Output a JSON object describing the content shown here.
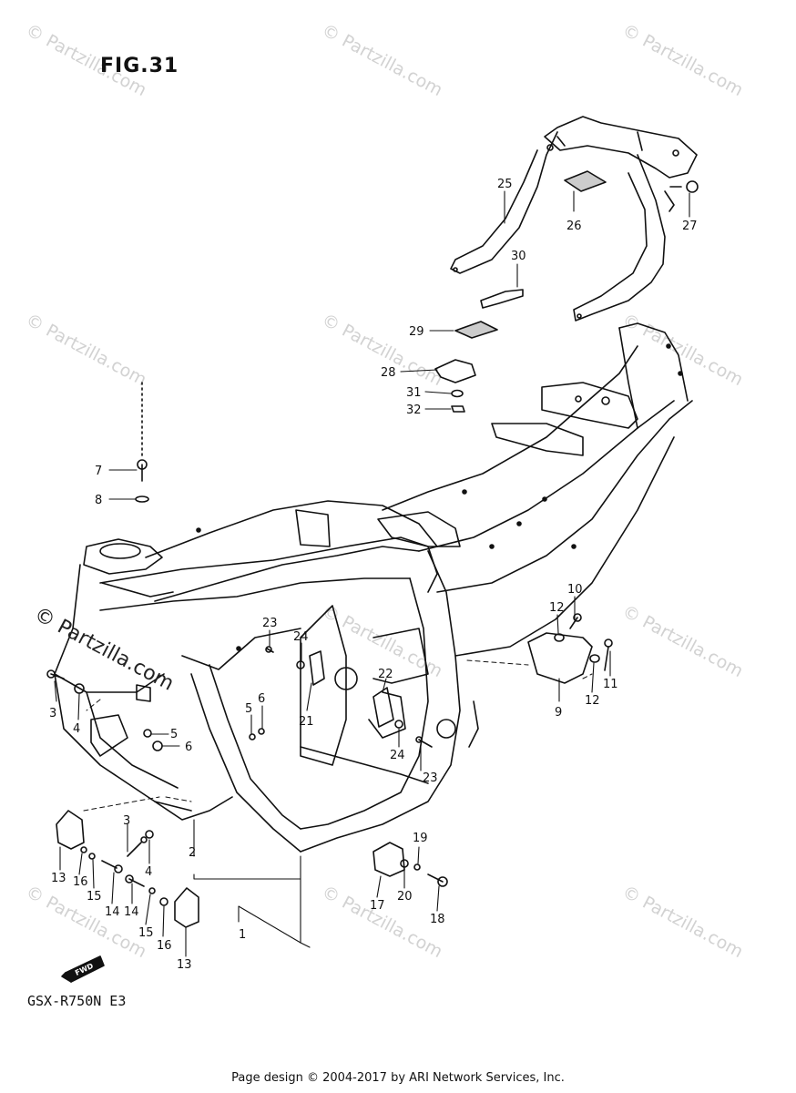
{
  "figure": {
    "title": "FIG.31",
    "model": "GSX-R750N E3",
    "footer": "Page design © 2004-2017 by ARI Network Services, Inc.",
    "fwd_label": "FWD"
  },
  "watermarks": {
    "text": "© Partzilla.com",
    "main_text": "© Partzilla.com"
  },
  "callouts": {
    "c1": "1",
    "c2": "2",
    "c3a": "3",
    "c3b": "3",
    "c4a": "4",
    "c4b": "4",
    "c5a": "5",
    "c5b": "5",
    "c6a": "6",
    "c6b": "6",
    "c7": "7",
    "c8": "8",
    "c9": "9",
    "c10": "10",
    "c11": "11",
    "c12a": "12",
    "c12b": "12",
    "c13a": "13",
    "c13b": "13",
    "c14a": "14",
    "c14b": "14",
    "c15a": "15",
    "c15b": "15",
    "c16a": "16",
    "c16b": "16",
    "c17": "17",
    "c18": "18",
    "c19": "19",
    "c20": "20",
    "c21": "21",
    "c22": "22",
    "c23a": "23",
    "c23b": "23",
    "c24a": "24",
    "c24b": "24",
    "c25": "25",
    "c26": "26",
    "c27": "27",
    "c28": "28",
    "c29": "29",
    "c30": "30",
    "c31": "31",
    "c32": "32"
  },
  "colors": {
    "ink": "#111111",
    "watermark": "#d2d2d2",
    "paper": "#ffffff"
  }
}
